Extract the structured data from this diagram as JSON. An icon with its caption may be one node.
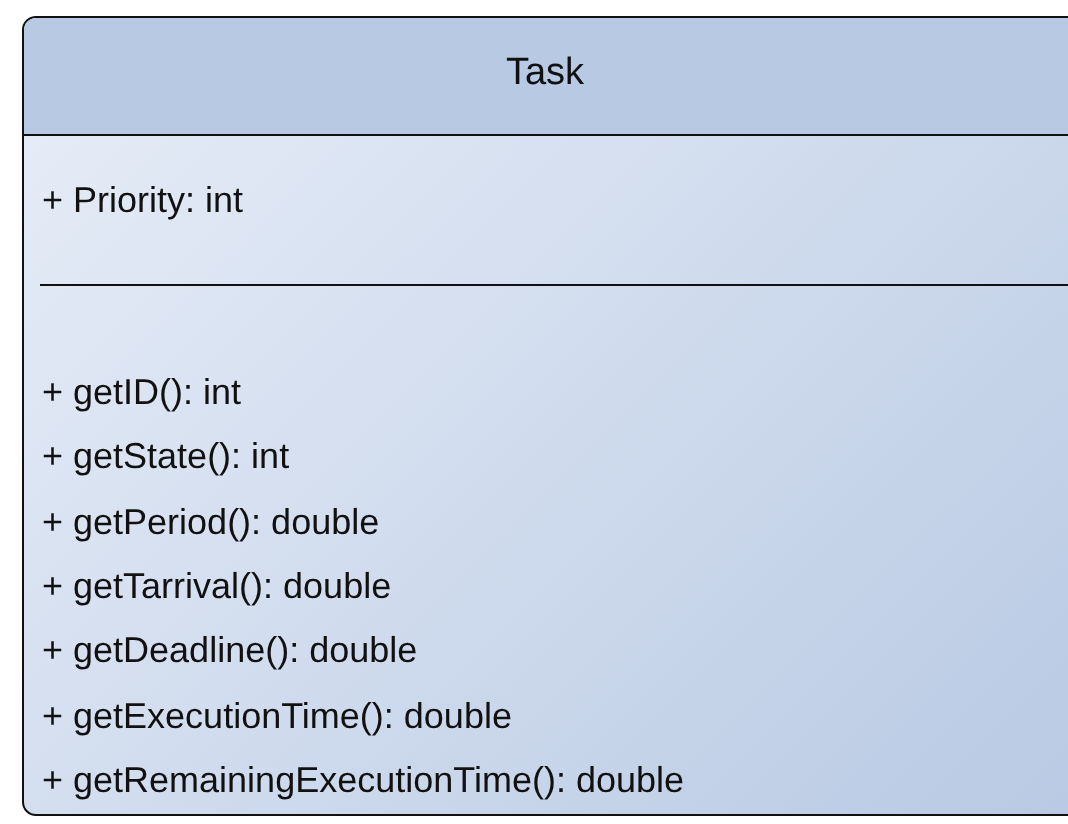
{
  "diagram": {
    "nodes": [
      {
        "text": [
          "Task",
          "+ Priority: int",
          "+ getID(): int",
          "+ getState(): int",
          "+ getPeriod(): double",
          "+ getTarrival(): double",
          "+ getDeadline(): double",
          "+ getExecutionTime(): double",
          "+ getRemainingExecutionTime(): double"
        ]
      }
    ]
  }
}
